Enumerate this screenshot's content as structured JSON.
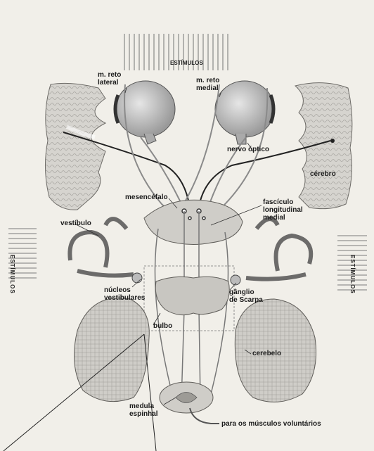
{
  "labels": {
    "stimuli_top": "ESTÍMULOS",
    "stimuli_left": "ESTÍMULOS",
    "stimuli_right": "ESTÍMULOS",
    "lateral_rectus": "m. reto\nlateral",
    "medial_rectus": "m. reto\nmedial",
    "optic_nerve": "nervo óptico",
    "cerebrum": "cérebro",
    "midbrain": "mesencéfalo",
    "mlf": "fascículo\nlongitudinal\nmedial",
    "vestibule": "vestíbulo",
    "vestibular_nuclei": "núcleos\nvestibulares",
    "scarpa_ganglion": "gânglio\nde Scarpa",
    "medulla": "bulbo",
    "cerebellum": "cerebelo",
    "spinal_cord": "medula\nespinhal",
    "voluntary_muscles": "para os músculos voluntários"
  },
  "colors": {
    "background": "#f1efe9",
    "ink": "#1b1b1b",
    "tissue": "#d2d0cb",
    "eyeball": "#bdbdbd",
    "nerve": "#8a8a8a"
  }
}
